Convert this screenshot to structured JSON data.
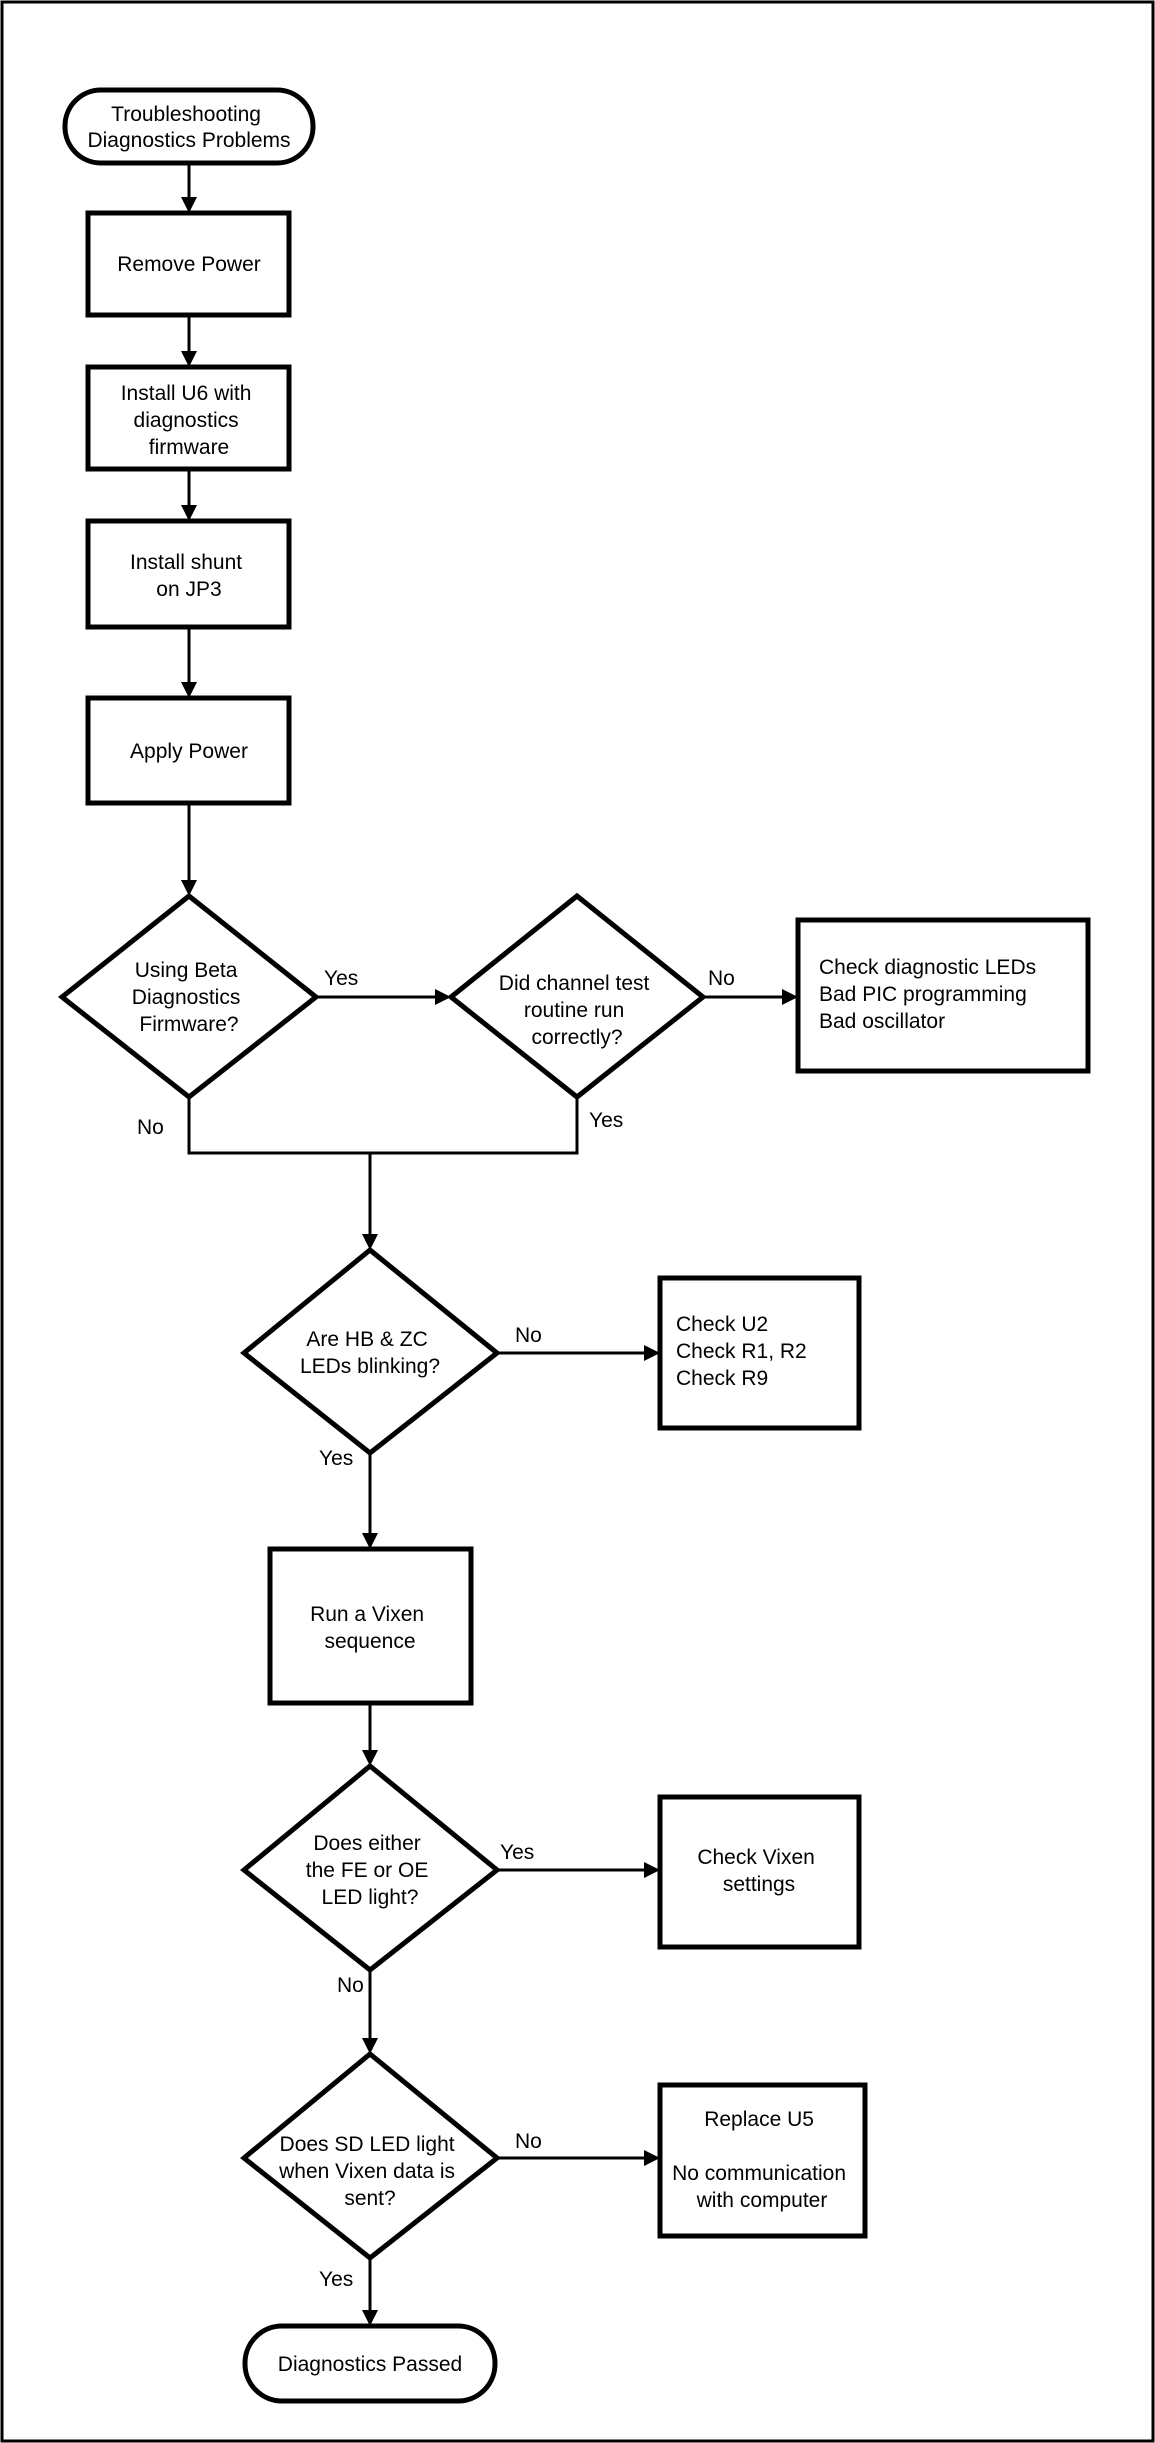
{
  "nodes": {
    "start": [
      "Troubleshooting",
      "Diagnostics Problems"
    ],
    "remove_power": [
      "Remove Power"
    ],
    "install_u6": [
      "Install U6 with",
      "diagnostics",
      "firmware"
    ],
    "install_shunt": [
      "Install shunt",
      "on JP3"
    ],
    "apply_power": [
      "Apply Power"
    ],
    "beta_firmware": [
      "Using Beta",
      "Diagnostics",
      "Firmware?"
    ],
    "channel_test": [
      "Did channel test",
      "routine run",
      "correctly?"
    ],
    "check_leds": [
      "Check diagnostic LEDs",
      "Bad PIC programming",
      "Bad oscillator"
    ],
    "hb_zc": [
      "Are HB & ZC",
      "LEDs blinking?"
    ],
    "check_u2": [
      "Check U2",
      "Check R1, R2",
      "Check R9"
    ],
    "run_vixen": [
      "Run a Vixen",
      "sequence"
    ],
    "fe_oe": [
      "Does either",
      "the FE or OE",
      "LED light?"
    ],
    "check_vixen": [
      "Check Vixen",
      "settings"
    ],
    "sd_led": [
      "Does SD LED light",
      "when Vixen data is",
      "sent?"
    ],
    "replace_u5": [
      "Replace U5",
      "",
      "No communication",
      "with computer"
    ],
    "passed": [
      "Diagnostics Passed"
    ]
  },
  "edge_labels": {
    "beta_yes": "Yes",
    "beta_no": "No",
    "channel_no": "No",
    "channel_yes": "Yes",
    "hb_no": "No",
    "hb_yes": "Yes",
    "fe_yes": "Yes",
    "fe_no": "No",
    "sd_no": "No",
    "sd_yes": "Yes"
  }
}
